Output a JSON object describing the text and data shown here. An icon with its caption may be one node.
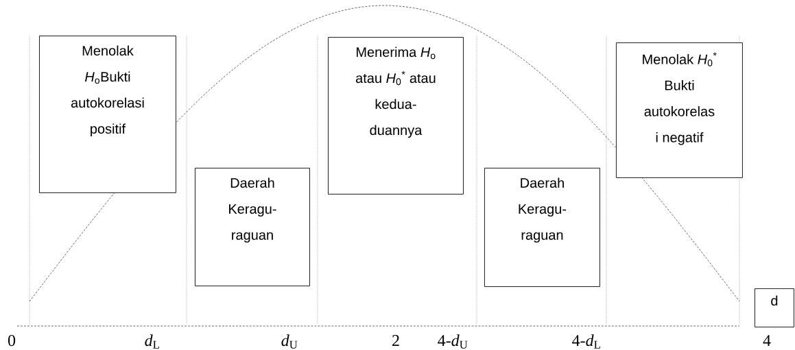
{
  "diagram": {
    "nodes": [
      {
        "text": [
          "Menolak *H*$_{o}$Bukti autokorelasi positif"
        ]
      },
      {
        "text": [
          "Daerah Keragu- raguan"
        ]
      },
      {
        "text": [
          "Menerima *H*$_{o}$ atau *H*$_{0}$$^{*}$ atau kedua- duannya"
        ]
      },
      {
        "text": [
          "Daerah Keragu- raguan"
        ]
      },
      {
        "text": [
          "Menolak *H*$_{0}$$^{*}$ Bukti autokorelas i negatif"
        ]
      },
      {
        "text": [
          "d"
        ]
      }
    ],
    "labels": [
      "0",
      "*d*$_{L}$",
      "*d*$_{U}$",
      "2",
      "4-*d*$_{U}$",
      "4-*d*$_{L}$",
      "4"
    ]
  }
}
